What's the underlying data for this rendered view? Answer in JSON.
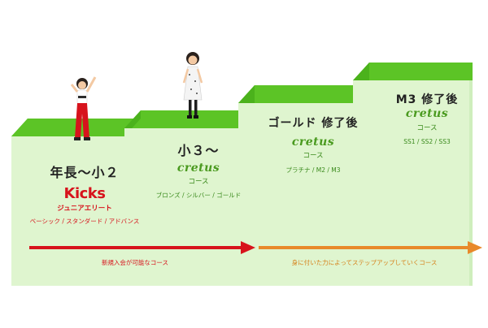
{
  "steps": [
    {
      "heading": "年長〜小２",
      "brand": "Kicks",
      "sub": "ジュニアエリート",
      "courses": "ベーシック / スタンダード / アドバンス"
    },
    {
      "heading": "小３〜",
      "brand": "cretus",
      "sub": "コース",
      "courses": "ブロンズ / シルバー / ゴールド"
    },
    {
      "heading": "ゴールド 修了後",
      "brand": "cretus",
      "sub": "コース",
      "courses": "プラチナ / M2 / M3"
    },
    {
      "heading": "M3 修了後",
      "brand": "cretus",
      "sub": "コース",
      "courses": "SS1 / SS2 / SS3"
    }
  ],
  "arrows": {
    "left_label": "新規入会が可能なコース",
    "right_label": "身に付いた力によってステップアップしていくコース"
  },
  "colors": {
    "step_face": "#dff5cf",
    "step_top": "#5cc426",
    "step_side": "#4bb21c",
    "red_arrow": "#d7131c",
    "orange_arrow": "#e8892a"
  }
}
